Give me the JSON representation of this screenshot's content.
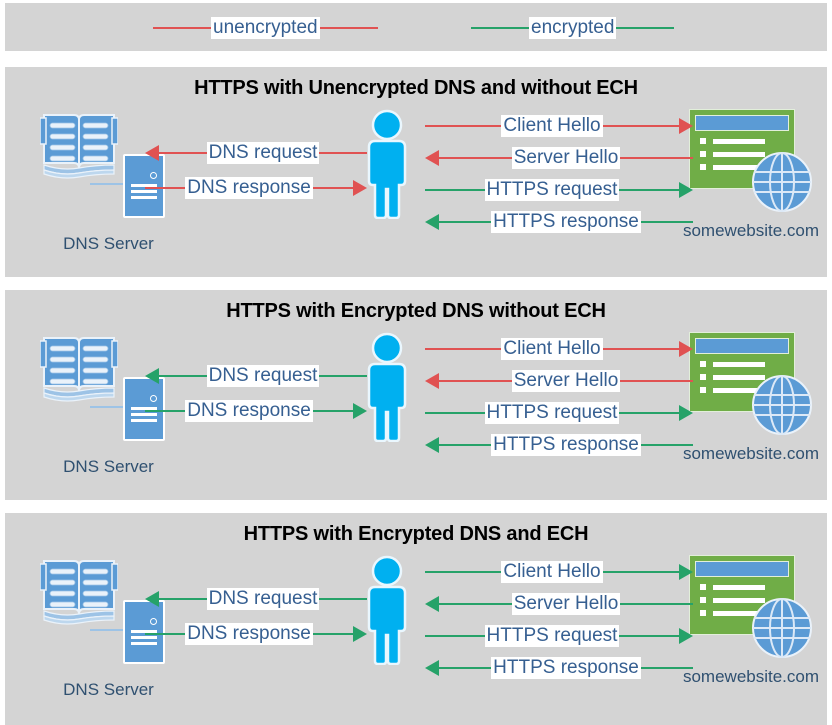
{
  "legend": {
    "items": [
      {
        "label": "unencrypted",
        "color": "#E05252",
        "name": "legend-unencrypted"
      },
      {
        "label": "encrypted",
        "color": "#26A269",
        "name": "legend-encrypted"
      }
    ]
  },
  "labels": {
    "dns_server": "DNS Server",
    "website": "somewebsite.com"
  },
  "colors": {
    "unencrypted": "#E05252",
    "encrypted": "#26A269",
    "panel_background": "#d4d4d4",
    "text_blue": "#365F91",
    "person_blue": "#00B0F0",
    "browser_green": "#70AD47",
    "browser_blue": "#5B9BD5"
  },
  "panels": [
    {
      "title": "HTTPS with Unencrypted DNS and without ECH",
      "messages": {
        "dns_request": {
          "label": "DNS request",
          "direction": "left",
          "color": "#E05252"
        },
        "dns_response": {
          "label": "DNS response",
          "direction": "right",
          "color": "#E05252"
        },
        "client_hello": {
          "label": "Client Hello",
          "direction": "right",
          "color": "#E05252"
        },
        "server_hello": {
          "label": "Server Hello",
          "direction": "left",
          "color": "#E05252"
        },
        "https_request": {
          "label": "HTTPS request",
          "direction": "right",
          "color": "#26A269"
        },
        "https_response": {
          "label": "HTTPS response",
          "direction": "left",
          "color": "#26A269"
        }
      }
    },
    {
      "title": "HTTPS with Encrypted DNS without ECH",
      "messages": {
        "dns_request": {
          "label": "DNS request",
          "direction": "left",
          "color": "#26A269"
        },
        "dns_response": {
          "label": "DNS response",
          "direction": "right",
          "color": "#26A269"
        },
        "client_hello": {
          "label": "Client Hello",
          "direction": "right",
          "color": "#E05252"
        },
        "server_hello": {
          "label": "Server Hello",
          "direction": "left",
          "color": "#E05252"
        },
        "https_request": {
          "label": "HTTPS request",
          "direction": "right",
          "color": "#26A269"
        },
        "https_response": {
          "label": "HTTPS response",
          "direction": "left",
          "color": "#26A269"
        }
      }
    },
    {
      "title": "HTTPS with Encrypted DNS and ECH",
      "messages": {
        "dns_request": {
          "label": "DNS request",
          "direction": "left",
          "color": "#26A269"
        },
        "dns_response": {
          "label": "DNS response",
          "direction": "right",
          "color": "#26A269"
        },
        "client_hello": {
          "label": "Client Hello",
          "direction": "right",
          "color": "#26A269"
        },
        "server_hello": {
          "label": "Server Hello",
          "direction": "left",
          "color": "#26A269"
        },
        "https_request": {
          "label": "HTTPS request",
          "direction": "right",
          "color": "#26A269"
        },
        "https_response": {
          "label": "HTTPS response",
          "direction": "left",
          "color": "#26A269"
        }
      }
    }
  ]
}
